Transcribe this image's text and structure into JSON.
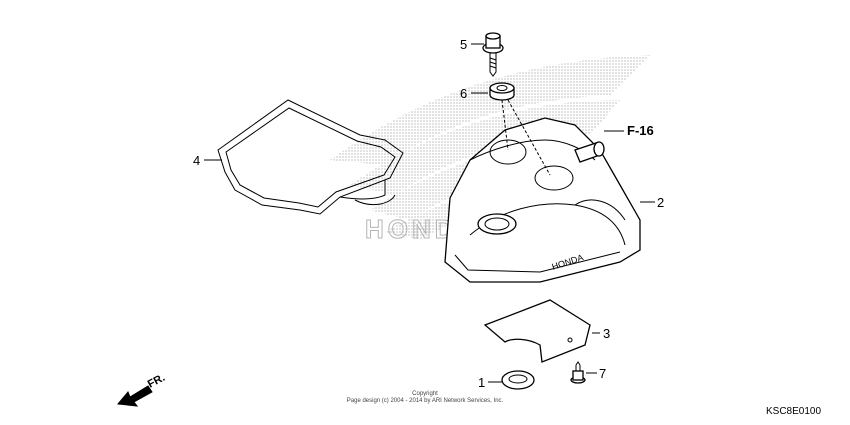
{
  "diagram": {
    "callouts": [
      {
        "num": "1"
      },
      {
        "num": "2"
      },
      {
        "num": "3"
      },
      {
        "num": "4"
      },
      {
        "num": "5"
      },
      {
        "num": "6"
      },
      {
        "num": "7"
      }
    ],
    "reference_label": "F-16",
    "direction_label": "FR.",
    "copyright_line1": "Copyright",
    "copyright_line2": "Page design (c) 2004 - 2014 by ARI Network Services, Inc.",
    "diagram_code": "KSC8E0100",
    "watermark_text": "HONDA",
    "cover_embossed_text": "HONDA"
  }
}
